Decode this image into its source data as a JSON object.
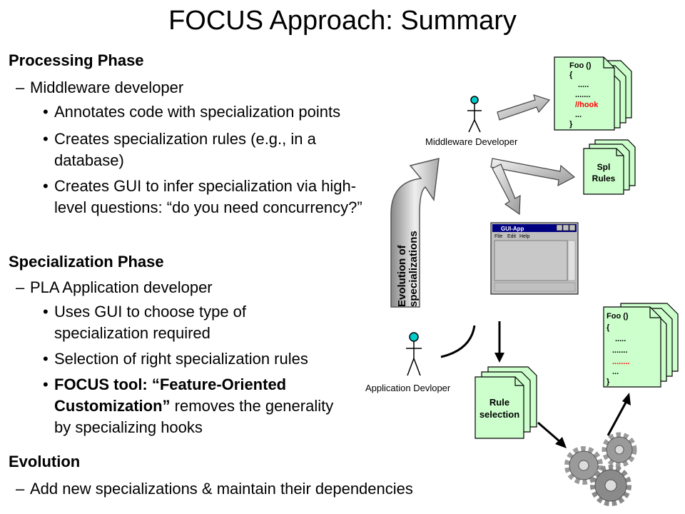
{
  "title": "FOCUS Approach: Summary",
  "processing": {
    "heading": "Processing Phase",
    "role": "Middleware developer",
    "bullets": [
      "Annotates code with specialization points",
      "Creates specialization rules (e.g., in a database)",
      "Creates GUI to infer specialization via high-level questions: “do you need concurrency?”"
    ]
  },
  "specialization": {
    "heading": "Specialization Phase",
    "role": "PLA Application developer",
    "bullets": [
      "Uses GUI to choose type of specialization required",
      "Selection of right specialization rules"
    ],
    "focus_bold": "FOCUS tool: “Feature-Oriented Customization”",
    "focus_rest": " removes the generality by specializing hooks"
  },
  "evolution": {
    "heading": "Evolution",
    "role": "Add new specializations & maintain their dependencies"
  },
  "diagram": {
    "middleware_actor": "Middleware Developer",
    "app_actor": "Application Devloper",
    "evolution_arrow_line1": "Evolution of",
    "evolution_arrow_line2": "specializations",
    "code_top": [
      "Foo ()",
      "{",
      ".....",
      ".......",
      "//hook",
      "...",
      "}"
    ],
    "spl_rules": [
      "Spl",
      "Rules"
    ],
    "gui_title": "GUI-App",
    "gui_menu": [
      "File",
      "Edit",
      "Help"
    ],
    "code_bottom": [
      "Foo ()",
      "{",
      ".....",
      ".......",
      "........",
      "...",
      "}"
    ],
    "rule_selection": [
      "Rule",
      "selection"
    ],
    "colors": {
      "doc_fill": "#ccffcc",
      "hook_red": "#ff0000",
      "gui_title_bar": "#000080",
      "actor_head": "#00cccc"
    }
  }
}
